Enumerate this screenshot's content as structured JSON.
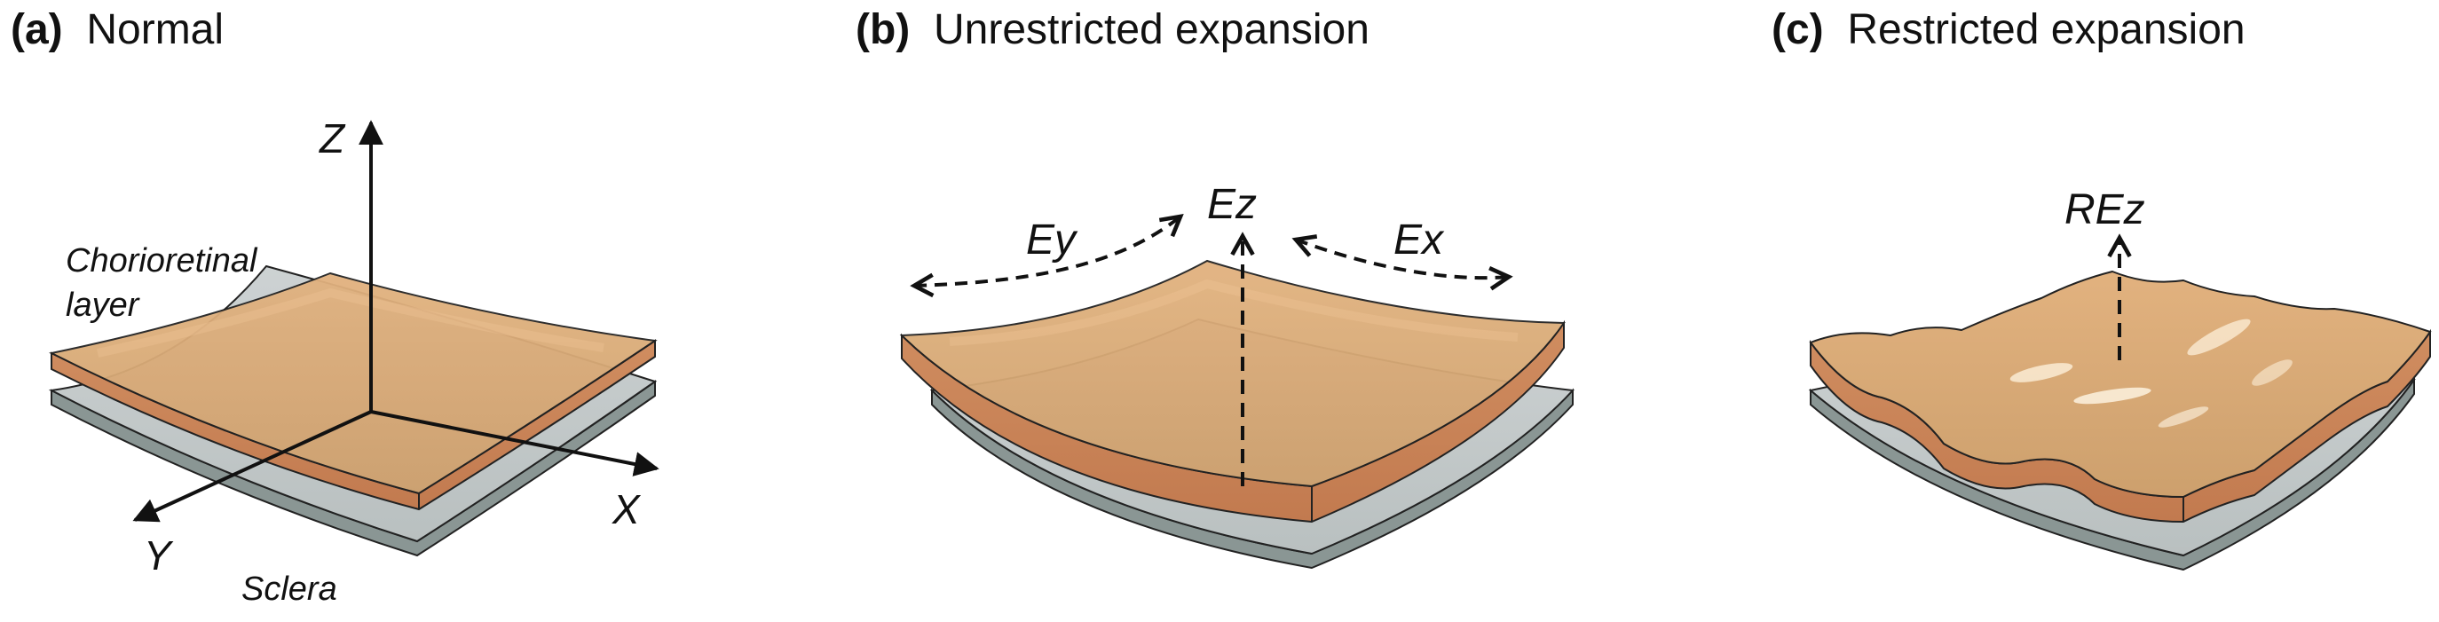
{
  "panel_a": {
    "letter": "(a)",
    "title": "Normal",
    "layer_label_line1": "Chorioretinal",
    "layer_label_line2": "layer",
    "sclera_label": "Sclera",
    "axis_x": "X",
    "axis_y": "Y",
    "axis_z": "Z"
  },
  "panel_b": {
    "letter": "(b)",
    "title": "Unrestricted expansion",
    "ex_label": "Ex",
    "ey_label": "Ey",
    "ez_label": "Ez"
  },
  "panel_c": {
    "letter": "(c)",
    "title": "Restricted expansion",
    "rez_label": "REz"
  },
  "colors": {
    "layer_top": "#d3a673",
    "layer_edge": "#c9845a",
    "sclera_top": "#c2c8c9",
    "sclera_edge": "#8a9694",
    "outline": "#222222"
  }
}
